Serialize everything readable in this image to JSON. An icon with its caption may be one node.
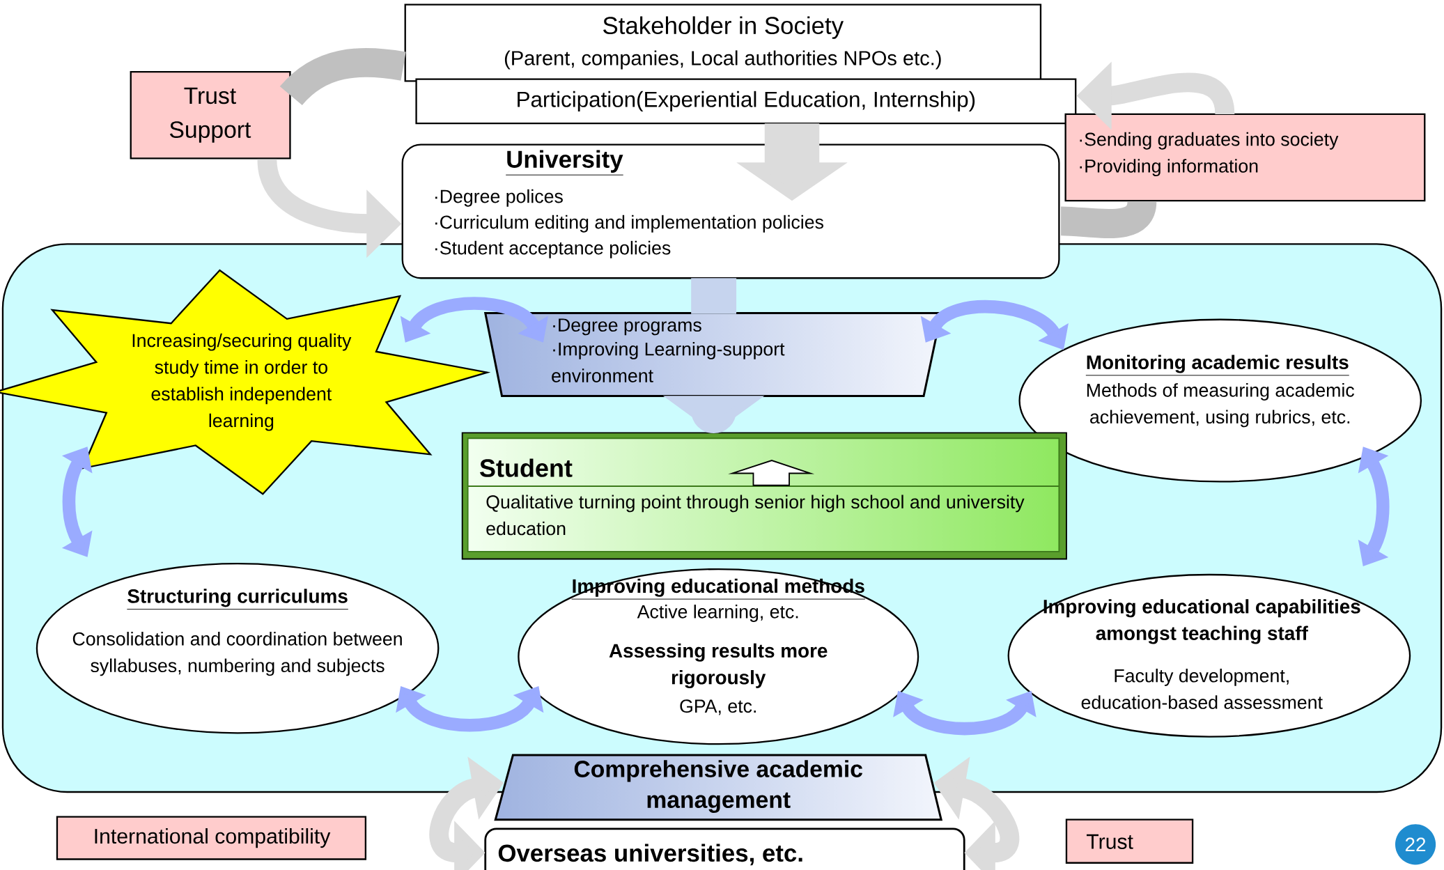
{
  "diagram": {
    "nodes": [
      {
        "text": [
          "Stakeholder in Society",
          "(Parent, companies, Local authorities NPOs etc.)"
        ]
      },
      {
        "text": [
          "Participation(Experiential Education, Internship)"
        ]
      },
      {
        "text": [
          "University",
          "·Degree polices",
          "·Curriculum editing and implementation policies",
          "·Student acceptance policies"
        ]
      },
      {
        "text": [
          "Trust Support"
        ]
      },
      {
        "text": [
          "·Sending graduates into society",
          "·Providing information"
        ]
      },
      {
        "text": [
          "Increasing/securing quality study time in order to establish independent learning"
        ]
      },
      {
        "text": [
          "·Degree programs",
          "·Improving Learning-support environment"
        ]
      },
      {
        "text": [
          "Monitoring academic results",
          "Methods of measuring academic achievement, using rubrics, etc."
        ]
      },
      {
        "text": [
          "Student",
          "Qualitative turning point through senior high school and university education"
        ]
      },
      {
        "text": [
          "Structuring curriculums",
          "Consolidation and coordination between syllabuses, numbering and subjects"
        ]
      },
      {
        "text": [
          "Improving educational methods",
          "Active learning, etc.",
          "Assessing results more rigorously",
          "GPA, etc."
        ]
      },
      {
        "text": [
          "Improving educational capabilities amongst teaching staff",
          "Faculty development, education-based assessment"
        ]
      },
      {
        "text": [
          "Comprehensive academic management"
        ]
      },
      {
        "text": [
          "International compatibility"
        ]
      },
      {
        "text": [
          "Overseas universities, etc."
        ]
      },
      {
        "text": [
          "Trust"
        ]
      },
      {
        "text": [
          "22"
        ]
      }
    ],
    "edges": [
      {
        "from": 0,
        "to": 3,
        "arrow": "none",
        "color": "#c0c0c0"
      },
      {
        "from": 3,
        "to": 2,
        "arrow": "to",
        "color": "#dcdcdc"
      },
      {
        "from": 2,
        "to": 4,
        "arrow": "none",
        "color": "#c0c0c0"
      },
      {
        "from": 4,
        "to": 1,
        "arrow": "to",
        "color": "#dcdcdc"
      },
      {
        "from": 1,
        "to": 2,
        "arrow": "to",
        "style": "thick",
        "color": "#dcdcdc"
      },
      {
        "from": 2,
        "to": 6,
        "arrow": "none",
        "style": "thick",
        "color": "#c6d4ee"
      },
      {
        "from": 6,
        "to": 8,
        "arrow": "to",
        "style": "thick",
        "color": "#c6d4ee"
      },
      {
        "from": 5,
        "to": 6,
        "arrow": "both"
      },
      {
        "from": 6,
        "to": 7,
        "arrow": "both"
      },
      {
        "from": 5,
        "to": 9,
        "arrow": "both"
      },
      {
        "from": 7,
        "to": 11,
        "arrow": "both"
      },
      {
        "from": 9,
        "to": 10,
        "arrow": "both"
      },
      {
        "from": 10,
        "to": 11,
        "arrow": "both"
      },
      {
        "from": 12,
        "to": 14,
        "arrow": "both",
        "color": "#dcdcdc"
      },
      {
        "from": 14,
        "to": 12,
        "arrow": "both",
        "color": "#dcdcdc"
      }
    ]
  }
}
